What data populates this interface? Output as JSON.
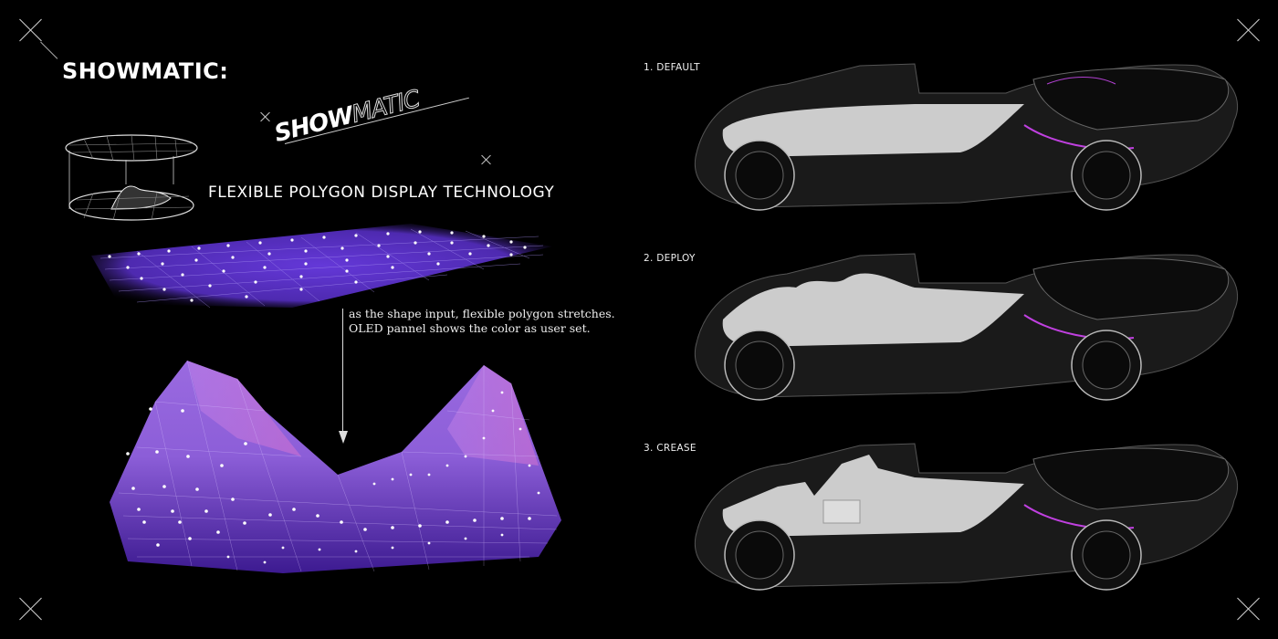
{
  "page": {
    "title": "SHOWMATIC:",
    "logo": {
      "part_bold": "SHOW",
      "part_outline": "MATIC"
    },
    "subtitle": "FLEXIBLE POLYGON DISPLAY TECHNOLOGY",
    "caption": {
      "line1": "as the shape input, flexible polygon stretches.",
      "line2": "OLED pannel shows the color as user set."
    },
    "accent_colors": {
      "polygon_purple": "#6a3fd0",
      "polygon_pink": "#c070d8",
      "car_accent": "#c040e0",
      "background": "#000000"
    }
  },
  "steps": [
    {
      "label": "1. DEFAULT",
      "state": "flat"
    },
    {
      "label": "2. DEPLOY",
      "state": "bumps"
    },
    {
      "label": "3. CREASE",
      "state": "creased"
    }
  ],
  "decorations": {
    "corner_icons": [
      "cross-icon",
      "cross-icon",
      "cross-icon",
      "cross-icon"
    ],
    "small_crosses": [
      "cross-icon",
      "cross-icon"
    ]
  }
}
